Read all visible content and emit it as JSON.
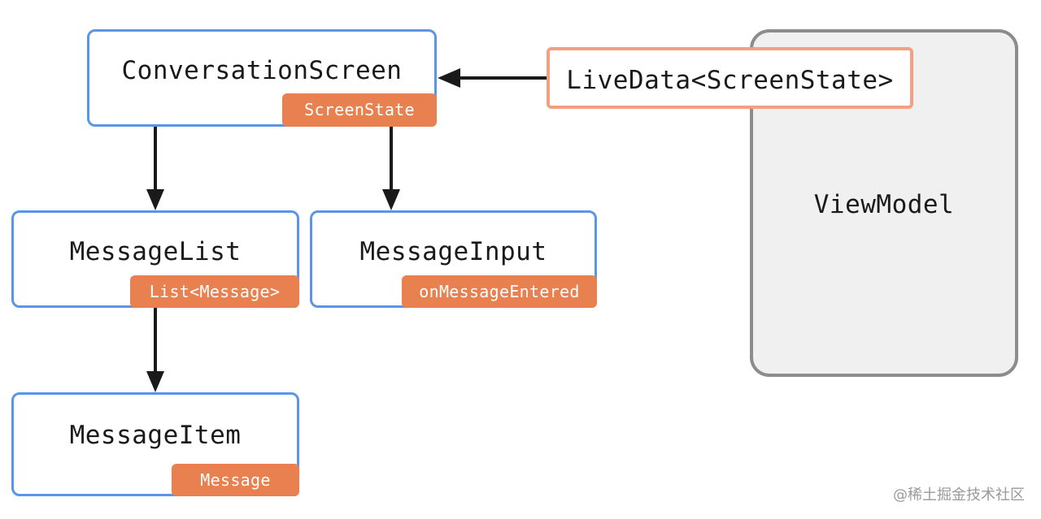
{
  "colors": {
    "node_border": "#5b95e8",
    "tag_fill": "#e8804f",
    "tag_text": "#ffffff",
    "livedata_border": "#f4a080",
    "viewmodel_fill": "#f0f0f0",
    "viewmodel_border": "#8c8c8c",
    "arrow": "#1a1a1a"
  },
  "nodes": {
    "conversation_screen": {
      "label": "ConversationScreen",
      "tag": "ScreenState"
    },
    "message_list": {
      "label": "MessageList",
      "tag": "List<Message>"
    },
    "message_input": {
      "label": "MessageInput",
      "tag": "onMessageEntered"
    },
    "message_item": {
      "label": "MessageItem",
      "tag": "Message"
    }
  },
  "viewmodel": {
    "label": "ViewModel"
  },
  "livedata": {
    "label": "LiveData<ScreenState>"
  },
  "edges": [
    {
      "from": "livedata",
      "to": "conversation_screen"
    },
    {
      "from": "conversation_screen",
      "to": "message_list"
    },
    {
      "from": "conversation_screen",
      "to": "message_input"
    },
    {
      "from": "message_list",
      "to": "message_item"
    }
  ],
  "watermark": "@稀土掘金技术社区"
}
